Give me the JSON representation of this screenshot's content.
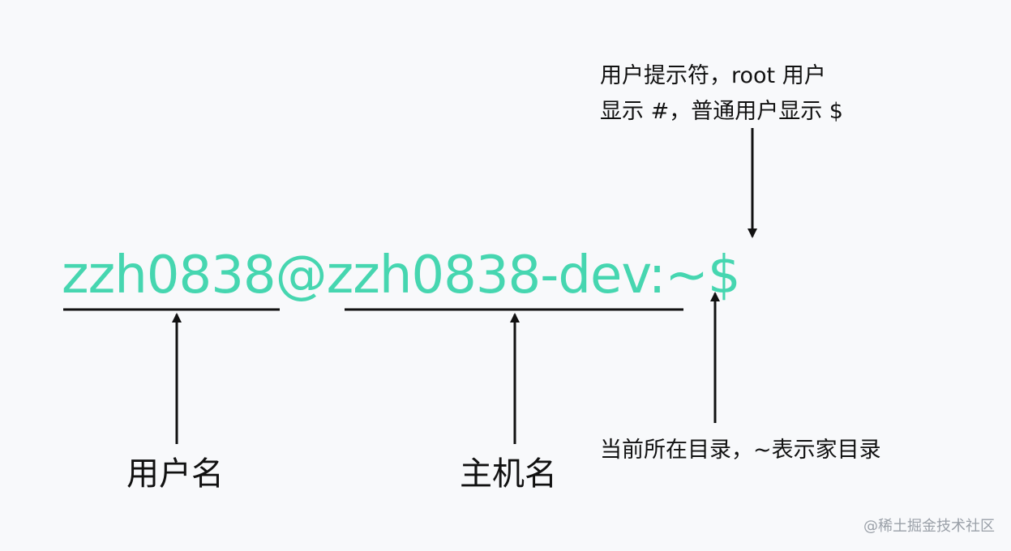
{
  "prompt": {
    "user": "zzh0838",
    "at": "@",
    "host": "zzh0838-dev",
    "colon": ":",
    "cwd": "~",
    "symbol": "$",
    "color": "#46d6b0"
  },
  "labels": {
    "username": "用户名",
    "hostname": "主机名",
    "prompt_symbol_line1": "用户提示符，root 用户",
    "prompt_symbol_line2": "显示 #，普通用户显示 $",
    "current_dir": "当前所在目录，~表示家目录"
  },
  "watermark": "@稀土掘金技术社区",
  "colors": {
    "background": "#f8f9fb",
    "text": "#111111",
    "line": "#111111"
  }
}
